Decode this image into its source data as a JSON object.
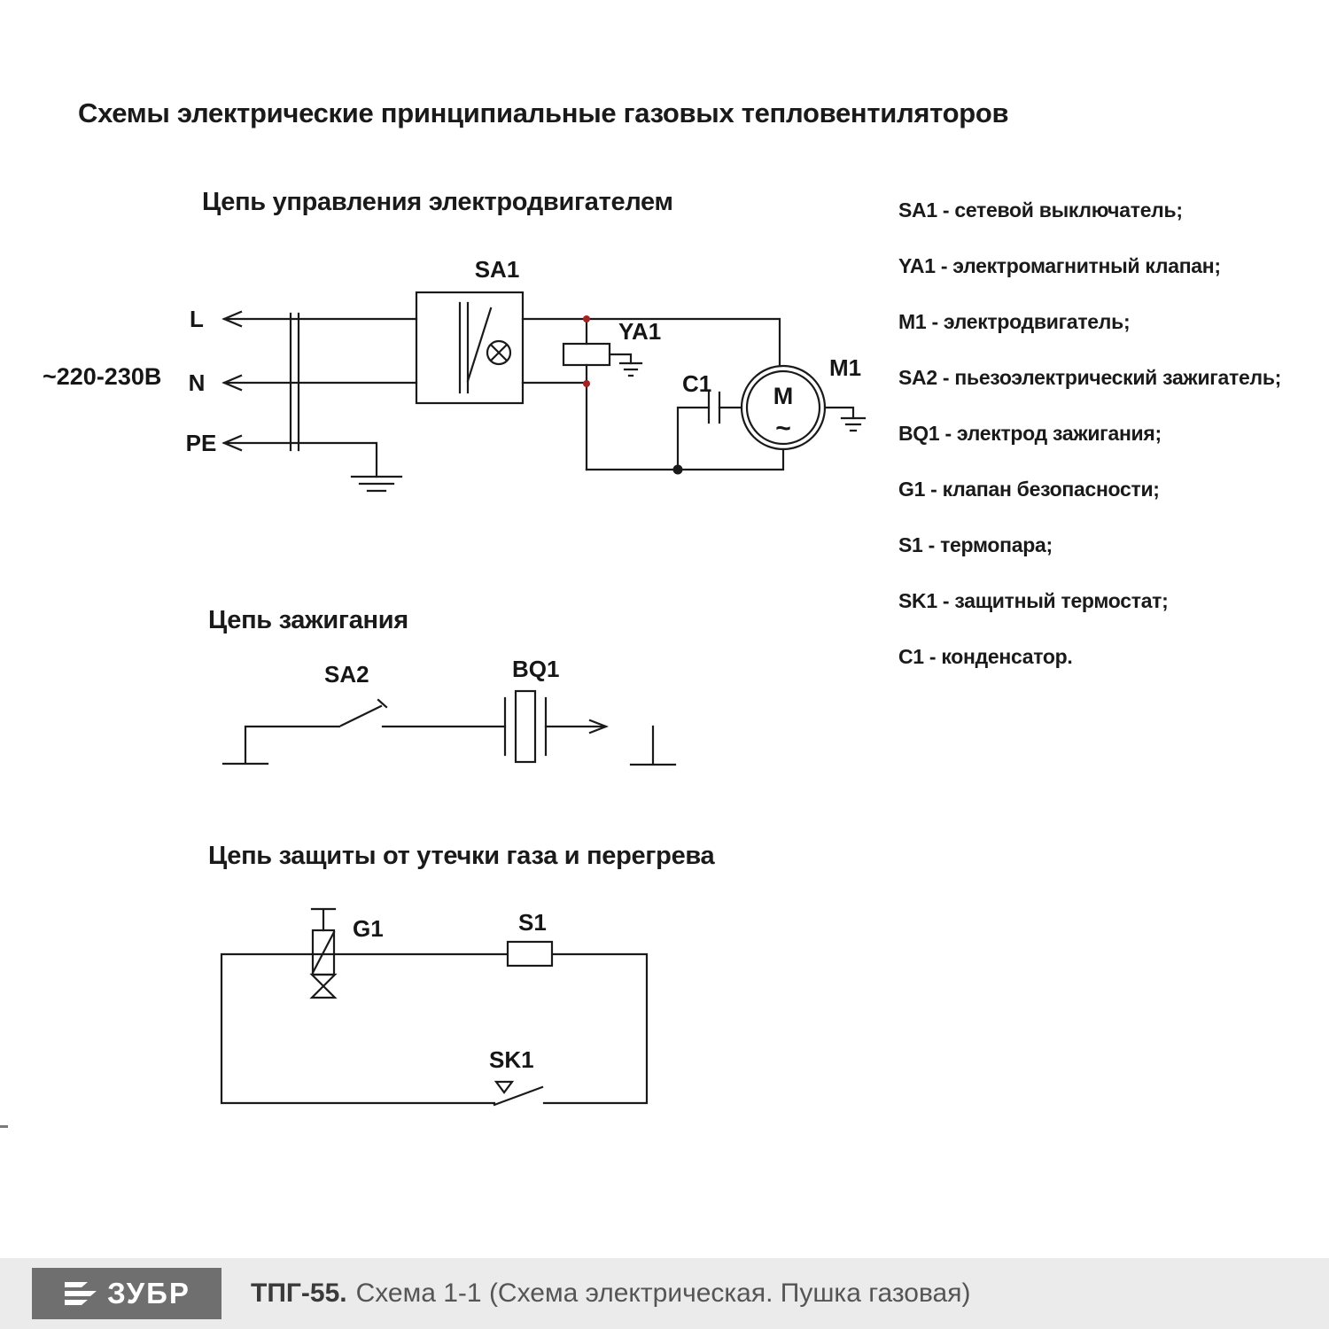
{
  "page": {
    "title": "Схемы электрические принципиальные газовых тепловентиляторов"
  },
  "circuit1": {
    "title": "Цепь управления электродвигателем",
    "voltage_label": "~220-230В",
    "terminals": [
      "L",
      "N",
      "PE"
    ],
    "labels": {
      "sa1": "SA1",
      "ya1": "YA1",
      "c1": "C1",
      "m1": "M1",
      "motor_m": "M",
      "motor_wave": "~"
    }
  },
  "circuit2": {
    "title": "Цепь зажигания",
    "labels": {
      "sa2": "SA2",
      "bq1": "BQ1"
    }
  },
  "circuit3": {
    "title": "Цепь защиты от утечки газа и перегрева",
    "labels": {
      "g1": "G1",
      "s1": "S1",
      "sk1": "SK1"
    }
  },
  "legend": {
    "items": [
      "SA1 - сетевой выключатель;",
      "YA1 - электромагнитный клапан;",
      "M1 - электродвигатель;",
      "SA2 - пьезоэлектрический зажигатель;",
      "BQ1 - электрод зажигания;",
      "G1 - клапан безопасности;",
      "S1 - термопара;",
      "SK1 - защитный термостат;",
      "C1 - конденсатор."
    ]
  },
  "footer": {
    "brand": "ЗУБР",
    "model": "ТПГ-55.",
    "caption": "Схема 1-1 (Схема электрическая. Пушка газовая)"
  },
  "colors": {
    "line": "#1a1a1a",
    "junction_red": "#a32222",
    "footer_bar": "#ebebeb",
    "brand_box": "#6f6f6f"
  }
}
